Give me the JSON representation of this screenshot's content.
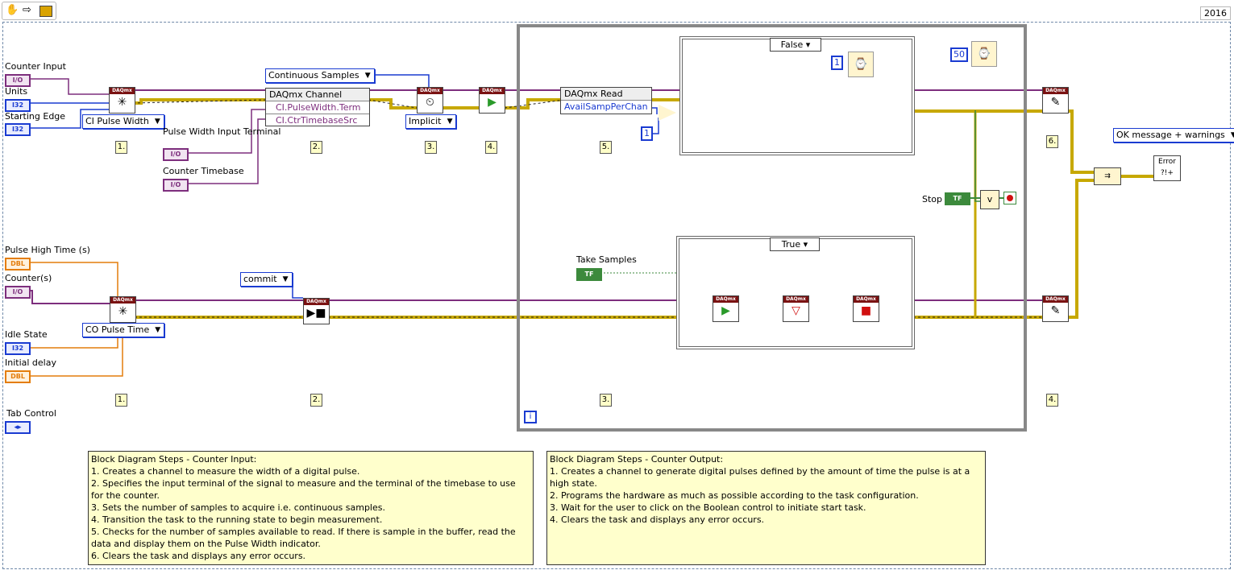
{
  "toolbar": {
    "version": "2016",
    "icons": [
      "hand-icon",
      "run-arrow-icon",
      "highlight-icon"
    ]
  },
  "steps": {
    "s1": "1.",
    "s2": "2.",
    "s3": "3.",
    "s4": "4.",
    "s5": "5.",
    "s6": "6."
  },
  "ci": {
    "counter_input": "Counter Input",
    "units": "Units",
    "starting_edge": "Starting Edge",
    "ring_ci": "CI Pulse Width",
    "pw_terminal": "Pulse Width Input Terminal",
    "counter_timebase": "Counter Timebase",
    "continuous": "Continuous Samples",
    "channel_title": "DAQmx Channel",
    "channel_row1": "CI.PulseWidth.Term",
    "channel_row2": "CI.CtrTimebaseSrc",
    "implicit": "Implicit",
    "read_title": "DAQmx Read",
    "read_row": "AvailSampPerChan",
    "const1": "1"
  },
  "co": {
    "pulse_high": "Pulse High Time (s)",
    "counters": "Counter(s)",
    "ring_co": "CO Pulse Time",
    "idle_state": "Idle State",
    "initial_delay": "Initial delay",
    "commit": "commit",
    "take_samples": "Take Samples",
    "tab_control": "Tab Control"
  },
  "loop": {
    "case_false": "False",
    "case_true": "True",
    "const_false": "1",
    "wait_ms": "50",
    "stop": "Stop",
    "iter": "i"
  },
  "error": {
    "ring": "OK message + warnings"
  },
  "terms": {
    "io": "I/O",
    "i32": "I32",
    "dbl": "DBL",
    "tf": "TF",
    "daqmx": "DAQmx"
  },
  "notes": {
    "ci_text": "Block Diagram Steps - Counter Input:\n1. Creates a channel to measure the width of a digital pulse.\n2. Specifies the input terminal of the signal to measure and the terminal of the timebase to use for the counter.\n3. Sets the number of samples to acquire i.e. continuous samples.\n4. Transition the task to the running state to begin measurement.\n5. Checks for the number of samples available to read. If there is sample in the buffer, read the data and display them on the Pulse Width indicator.\n6. Clears the task and displays any error occurs.",
    "co_text": "Block Diagram Steps - Counter Output:\n1. Creates a channel to generate digital pulses defined by the amount of time the pulse is at a high state.\n2. Programs the hardware as much as possible according to the task configuration.\n3. Wait for the user to click on the Boolean control to initiate start task.\n4. Clears the task and displays any error occurs."
  }
}
